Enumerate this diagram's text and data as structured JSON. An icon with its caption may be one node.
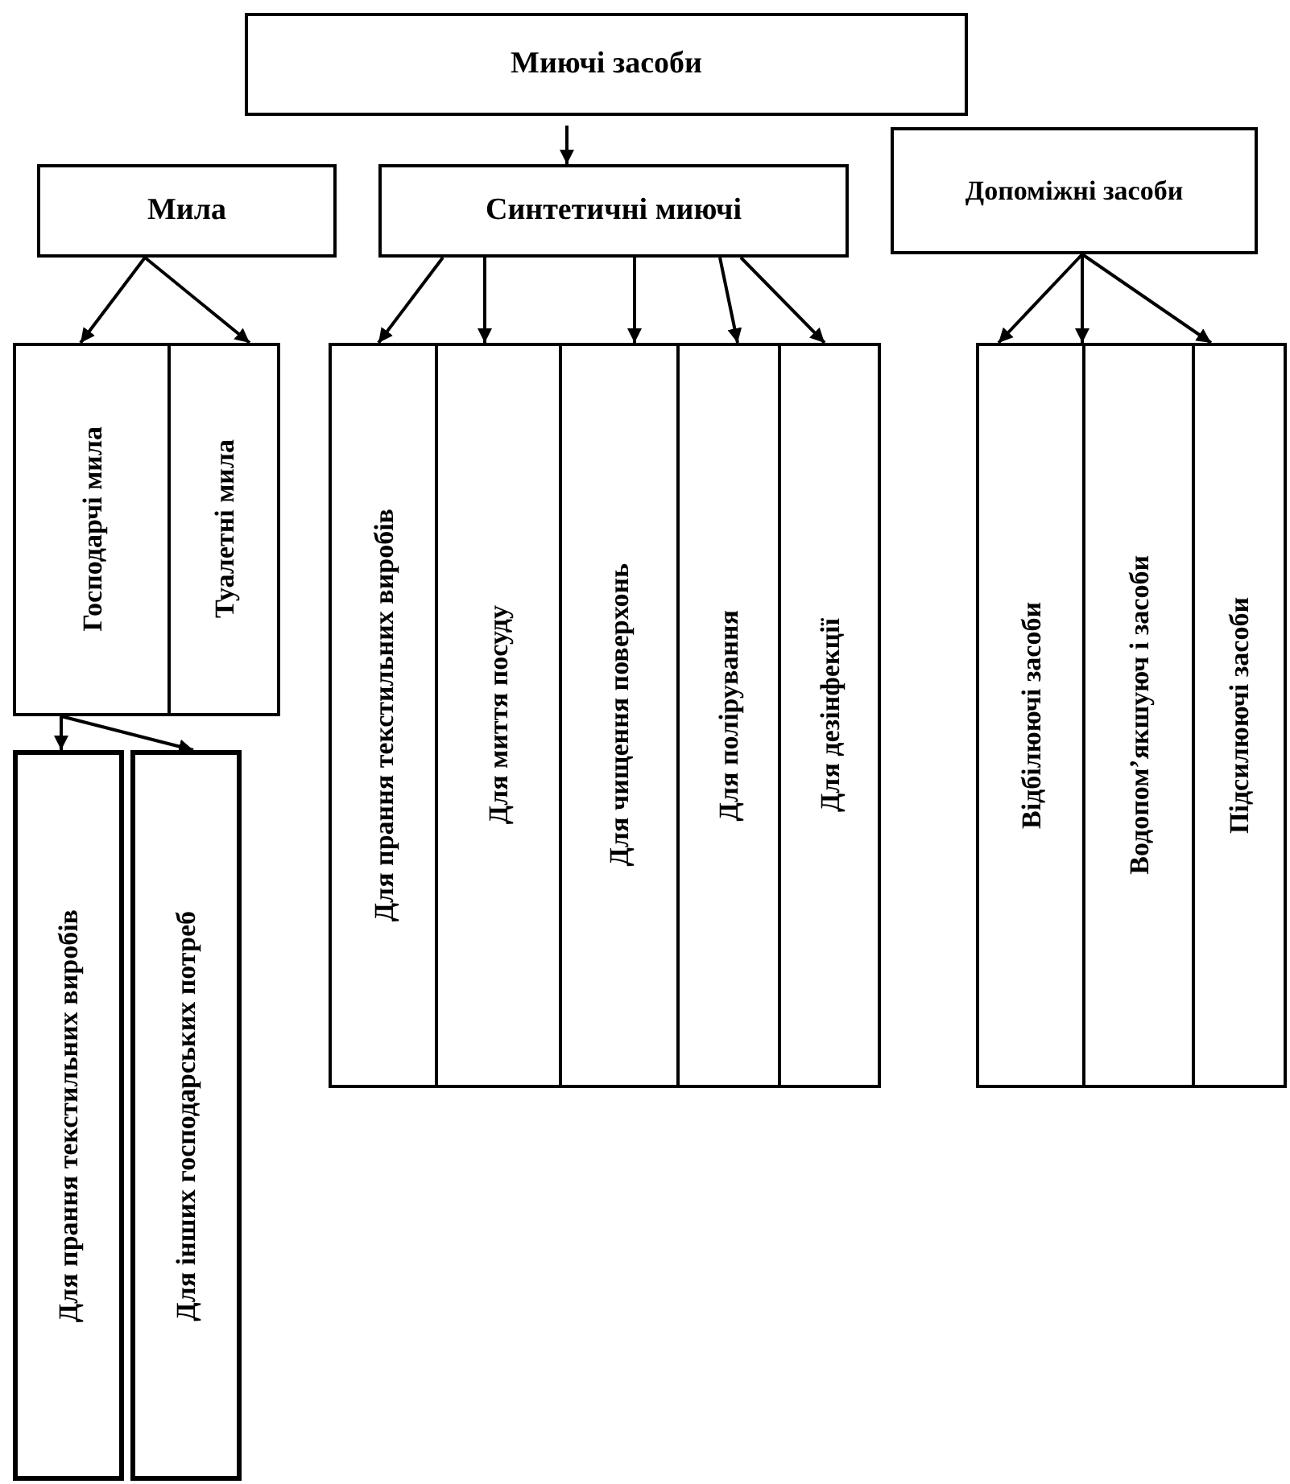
{
  "diagram": {
    "nodes": [
      {
        "text": [
          "Миючі засоби"
        ]
      },
      {
        "text": [
          "Мила"
        ]
      },
      {
        "text": [
          "Синтетичні миючі"
        ]
      },
      {
        "text": [
          "Допоміжні засоби"
        ]
      },
      {
        "text": [
          "Господарчі мила"
        ]
      },
      {
        "text": [
          "Туалетні мила"
        ]
      },
      {
        "text": [
          "Для прання текстильних виробів"
        ]
      },
      {
        "text": [
          "Для миття посуду"
        ]
      },
      {
        "text": [
          "Для чищення поверхонь"
        ]
      },
      {
        "text": [
          "Для полірування"
        ]
      },
      {
        "text": [
          "Для дезінфекції"
        ]
      },
      {
        "text": [
          "Відбілюючі засоби"
        ]
      },
      {
        "text": [
          "Водопом’якшуюч і засоби"
        ]
      },
      {
        "text": [
          "Підсилюючі засоби"
        ]
      },
      {
        "text": [
          "Для прання текстильних виробів"
        ]
      },
      {
        "text": [
          "Для інших господарських потреб"
        ]
      }
    ],
    "edges": [
      {
        "from": 0,
        "to": 2,
        "arrow": "to"
      },
      {
        "from": 1,
        "to": 4,
        "arrow": "to"
      },
      {
        "from": 1,
        "to": 5,
        "arrow": "to"
      },
      {
        "from": 2,
        "to": 6,
        "arrow": "to"
      },
      {
        "from": 2,
        "to": 7,
        "arrow": "to"
      },
      {
        "from": 2,
        "to": 8,
        "arrow": "to"
      },
      {
        "from": 2,
        "to": 9,
        "arrow": "to"
      },
      {
        "from": 2,
        "to": 10,
        "arrow": "to"
      },
      {
        "from": 3,
        "to": 11,
        "arrow": "to"
      },
      {
        "from": 3,
        "to": 12,
        "arrow": "to"
      },
      {
        "from": 3,
        "to": 13,
        "arrow": "to"
      },
      {
        "from": 4,
        "to": 14,
        "arrow": "to"
      },
      {
        "from": 4,
        "to": 15,
        "arrow": "to"
      }
    ]
  }
}
